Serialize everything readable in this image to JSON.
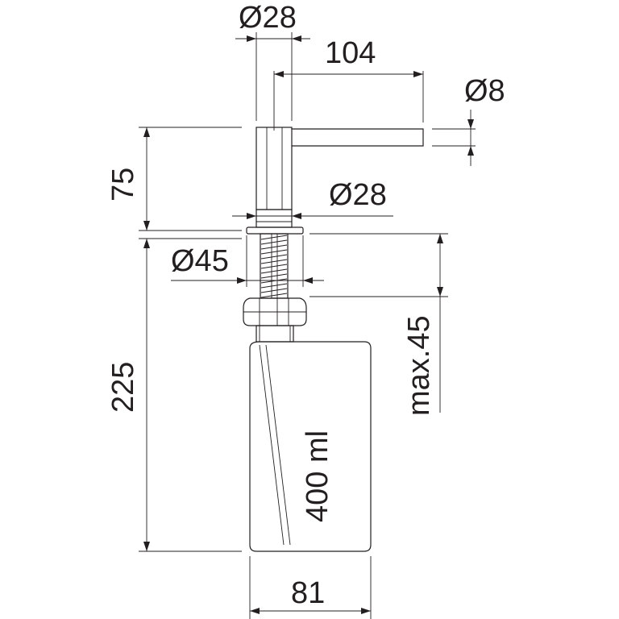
{
  "dimensions": {
    "spout_head_diameter": "Ø28",
    "spout_reach": "104",
    "spout_tip_diameter": "Ø8",
    "head_height": "75",
    "collar_diameter": "Ø28",
    "flange_diameter": "Ø45",
    "max_countertop": "max.45",
    "tube_length": "225",
    "bottle_volume": "400 ml",
    "bottle_width": "81"
  }
}
